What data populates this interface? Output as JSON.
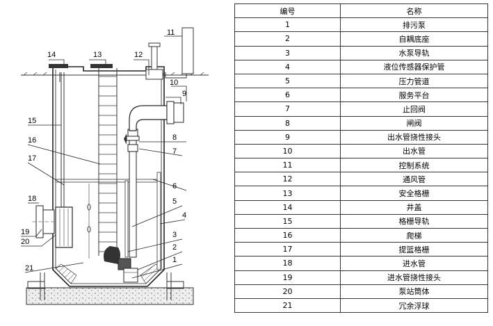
{
  "diagram": {
    "callouts": [
      "1",
      "2",
      "3",
      "4",
      "5",
      "6",
      "7",
      "8",
      "9",
      "10",
      "11",
      "12",
      "13",
      "14",
      "15",
      "16",
      "17",
      "18",
      "19",
      "20",
      "21"
    ]
  },
  "table": {
    "headers": {
      "no": "编号",
      "name": "名称"
    },
    "rows": [
      {
        "no": "1",
        "name": "排污泵"
      },
      {
        "no": "2",
        "name": "自耦底座"
      },
      {
        "no": "3",
        "name": "水泵导轨"
      },
      {
        "no": "4",
        "name": "液位传感器保护管"
      },
      {
        "no": "5",
        "name": "压力管道"
      },
      {
        "no": "6",
        "name": "服务平台"
      },
      {
        "no": "7",
        "name": "止回阀"
      },
      {
        "no": "8",
        "name": "闸阀"
      },
      {
        "no": "9",
        "name": "出水管挠性接头"
      },
      {
        "no": "10",
        "name": "出水管"
      },
      {
        "no": "11",
        "name": "控制系统"
      },
      {
        "no": "12",
        "name": "通风管"
      },
      {
        "no": "13",
        "name": "安全格栅"
      },
      {
        "no": "14",
        "name": "井盖"
      },
      {
        "no": "15",
        "name": "格栅导轨"
      },
      {
        "no": "16",
        "name": "爬梯"
      },
      {
        "no": "17",
        "name": "提篮格栅"
      },
      {
        "no": "18",
        "name": "进水管"
      },
      {
        "no": "19",
        "name": "进水管挠性接头"
      },
      {
        "no": "20",
        "name": "泵站筒体"
      },
      {
        "no": "21",
        "name": "冗余浮球"
      }
    ]
  }
}
